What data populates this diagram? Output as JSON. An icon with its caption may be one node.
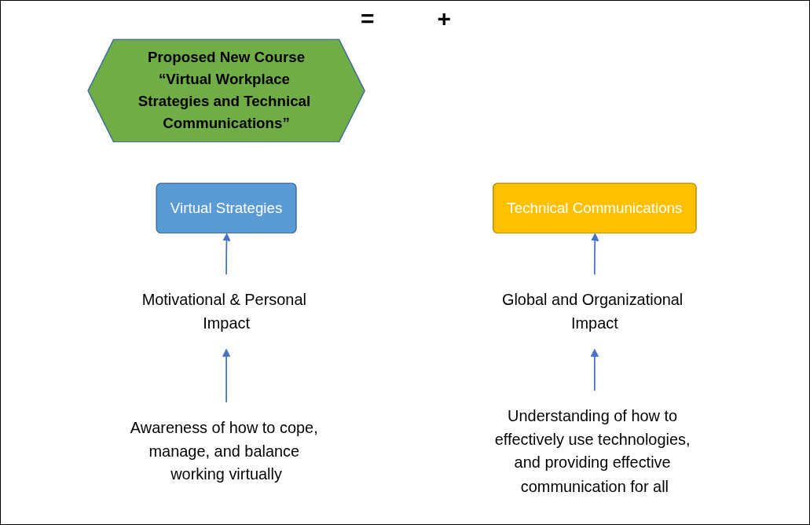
{
  "diagram": {
    "nodes": [
      {
        "text": [
          "Proposed New Course",
          "“Virtual Workplace Strategies and Technical Communications”"
        ]
      },
      {
        "text": [
          "Virtual Strategies"
        ]
      },
      {
        "text": [
          "Technical Communications"
        ]
      },
      {
        "text": [
          "Motivational & Personal Impact"
        ]
      },
      {
        "text": [
          "Global and Organizational Impact"
        ]
      },
      {
        "text": [
          "Awareness of how to cope, manage, and balance working virtually"
        ]
      },
      {
        "text": [
          "Understanding of how to effectively use technologies, and providing effective communication for all"
        ]
      }
    ],
    "edges": [
      {
        "from": 3,
        "to": 1,
        "arrow": "to",
        "color": "#4472c4"
      },
      {
        "from": 4,
        "to": 2,
        "arrow": "to",
        "color": "#4472c4"
      },
      {
        "from": 5,
        "to": 3,
        "arrow": "to",
        "color": "#4472c4"
      },
      {
        "from": 6,
        "to": 4,
        "arrow": "to",
        "color": "#4472c4"
      }
    ],
    "labels": [
      "=",
      "+"
    ]
  }
}
